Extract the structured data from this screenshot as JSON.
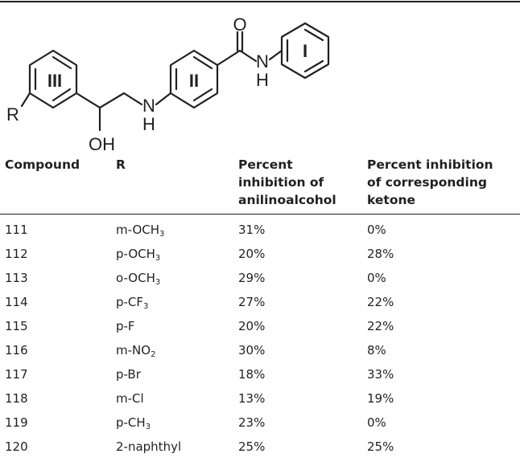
{
  "structure": {
    "ring_labels": [
      "I",
      "II",
      "III"
    ],
    "atom_labels": {
      "carbonyl_oxygen": "O",
      "amide_nitrogen": "N",
      "amide_hydrogen": "H",
      "amine_nitrogen": "N",
      "amine_hydrogen": "H",
      "hydroxyl": "OH",
      "substituent": "R"
    }
  },
  "table": {
    "headers": [
      {
        "line1": "Compound",
        "line2": "",
        "line3": ""
      },
      {
        "line1": "R",
        "line2": "",
        "line3": ""
      },
      {
        "line1": "Percent",
        "line2": "inhibition of",
        "line3": "anilinoalcohol"
      },
      {
        "line1": "Percent inhibition",
        "line2": "of corresponding",
        "line3": "ketone"
      }
    ],
    "rows": [
      {
        "compound": "111",
        "r": "m-OCH",
        "r_sub": "3",
        "alcohol": "31%",
        "ketone": "0%"
      },
      {
        "compound": "112",
        "r": "p-OCH",
        "r_sub": "3",
        "alcohol": "20%",
        "ketone": "28%"
      },
      {
        "compound": "113",
        "r": "o-OCH",
        "r_sub": "3",
        "alcohol": "29%",
        "ketone": "0%"
      },
      {
        "compound": "114",
        "r": "p-CF",
        "r_sub": "3",
        "alcohol": "27%",
        "ketone": "22%"
      },
      {
        "compound": "115",
        "r": "p-F",
        "r_sub": "",
        "alcohol": "20%",
        "ketone": "22%"
      },
      {
        "compound": "116",
        "r": "m-NO",
        "r_sub": "2",
        "alcohol": "30%",
        "ketone": "8%"
      },
      {
        "compound": "117",
        "r": "p-Br",
        "r_sub": "",
        "alcohol": "18%",
        "ketone": "33%"
      },
      {
        "compound": "118",
        "r": "m-Cl",
        "r_sub": "",
        "alcohol": "13%",
        "ketone": "19%"
      },
      {
        "compound": "119",
        "r": "p-CH",
        "r_sub": "3",
        "alcohol": "23%",
        "ketone": "0%"
      },
      {
        "compound": "120",
        "r": "2-naphthyl",
        "r_sub": "",
        "alcohol": "25%",
        "ketone": "25%"
      }
    ]
  }
}
